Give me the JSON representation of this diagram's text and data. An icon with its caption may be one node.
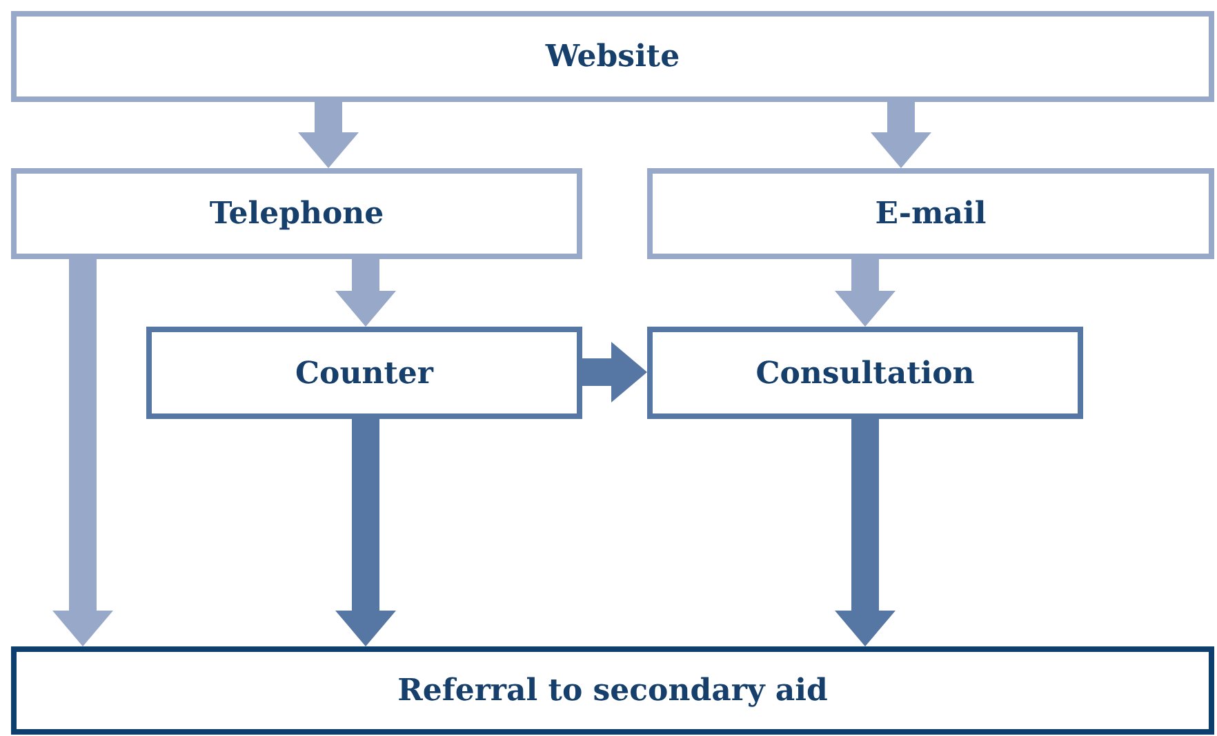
{
  "diagram": {
    "nodes": [
      {
        "text": [
          "Website"
        ]
      },
      {
        "text": [
          "Telephone"
        ]
      },
      {
        "text": [
          "E-mail"
        ]
      },
      {
        "text": [
          "Counter"
        ]
      },
      {
        "text": [
          "Consultation"
        ]
      },
      {
        "text": [
          "Referral to secondary aid"
        ]
      }
    ],
    "edges": [
      {
        "from": 0,
        "to": 1,
        "arrow": "to"
      },
      {
        "from": 0,
        "to": 2,
        "arrow": "to"
      },
      {
        "from": 1,
        "to": 3,
        "arrow": "to"
      },
      {
        "from": 2,
        "to": 4,
        "arrow": "to"
      },
      {
        "from": 3,
        "to": 4,
        "arrow": "to",
        "color": "#5677a4"
      },
      {
        "from": 1,
        "to": 5,
        "arrow": "to"
      },
      {
        "from": 3,
        "to": 5,
        "arrow": "to",
        "color": "#5677a4"
      },
      {
        "from": 4,
        "to": 5,
        "arrow": "to",
        "color": "#5677a4"
      }
    ]
  }
}
